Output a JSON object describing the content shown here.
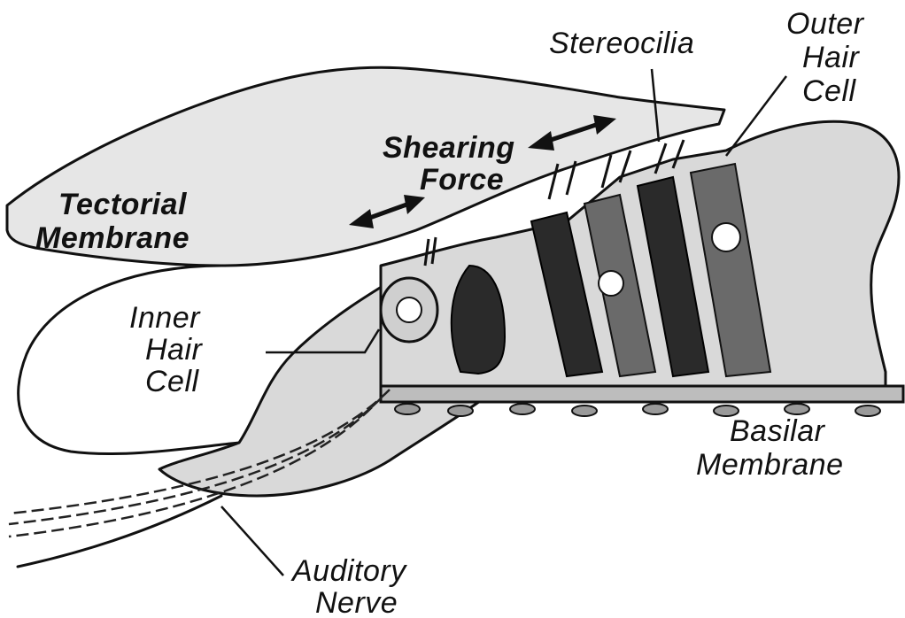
{
  "labels": {
    "stereocilia": "Stereocilia",
    "outer_hair_cell_1": "Outer",
    "outer_hair_cell_2": "Hair",
    "outer_hair_cell_3": "Cell",
    "shearing_force_1": "Shearing",
    "shearing_force_2": "Force",
    "tectorial_membrane_1": "Tectorial",
    "tectorial_membrane_2": "Membrane",
    "inner_hair_cell_1": "Inner",
    "inner_hair_cell_2": "Hair",
    "inner_hair_cell_3": "Cell",
    "basilar_membrane_1": "Basilar",
    "basilar_membrane_2": "Membrane",
    "auditory_nerve_1": "Auditory",
    "auditory_nerve_2": "Nerve"
  },
  "colors": {
    "ink": "#111111",
    "tissue": "#d9d9d9",
    "cell_dark": "#2a2a2a"
  }
}
